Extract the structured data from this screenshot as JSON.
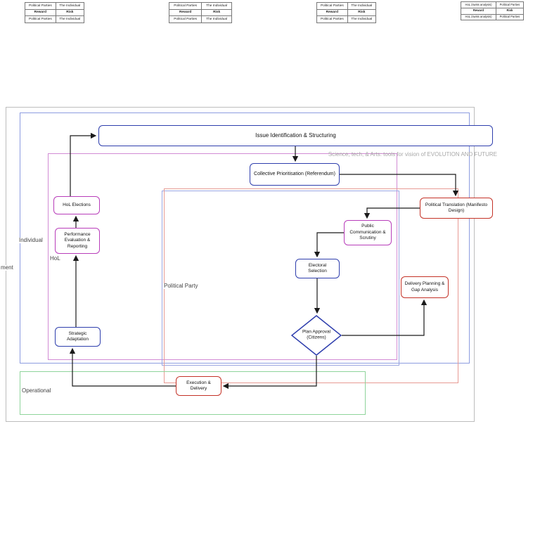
{
  "tables": {
    "t1": {
      "rows": [
        [
          "Political Parties",
          "The Individual"
        ],
        [
          "Reward",
          "Risk"
        ],
        [
          "Political Parties",
          "The Individual"
        ]
      ]
    },
    "t2": {
      "rows": [
        [
          "Political Parties",
          "The Individual"
        ],
        [
          "Reward",
          "Risk"
        ],
        [
          "Political Parties",
          "The Individual"
        ]
      ]
    },
    "t3": {
      "rows": [
        [
          "Political Parties",
          "The Individual"
        ],
        [
          "Reward",
          "Risk"
        ],
        [
          "Political Parties",
          "The Individual"
        ]
      ]
    },
    "t4": {
      "rows": [
        [
          "HoL (swiss analysis)",
          "Political Parties"
        ],
        [
          "Reward",
          "Risk"
        ],
        [
          "HoL (swiss analysis)",
          "Political Parties"
        ]
      ]
    }
  },
  "diagram": {
    "caption": "Science, tech, & Arts: tools for vision of EVOLUTION AND FUTURE",
    "containers": {
      "individual": "Individual",
      "hol": "HoL",
      "political_party": "Political Party",
      "operational": "Operational",
      "government_partial": "ment"
    },
    "nodes": {
      "issue": "Issue Identification & Structuring",
      "collective": "Collective Prioritisation (Referendum)",
      "political_translation": "Political Translation (Manifesto Design)",
      "hol_elections": "HoL Elections",
      "performance": "Performance Evaluation & Reporting",
      "public_comm": "Public Communication & Scrutiny",
      "electoral": "Electoral Selection",
      "delivery": "Delivery Planning & Gap Analysis",
      "plan_approval": "Plan Approval (Citizens)",
      "strategic": "Strategic Adaptation",
      "execution": "Execution & Delivery"
    },
    "colors": {
      "node_blue": "#2e3ead",
      "node_magenta": "#b83dba",
      "node_red": "#c43227",
      "container_gray": "#bdbdbd",
      "container_blue": "#8d9ce0",
      "container_purple": "#d28bd4",
      "container_party_blue": "#9aa4e0",
      "container_red": "#e89b94",
      "container_green": "#8fd49b",
      "caption_gray": "#a8a8a8",
      "arrow": "#1a1a1a"
    }
  }
}
